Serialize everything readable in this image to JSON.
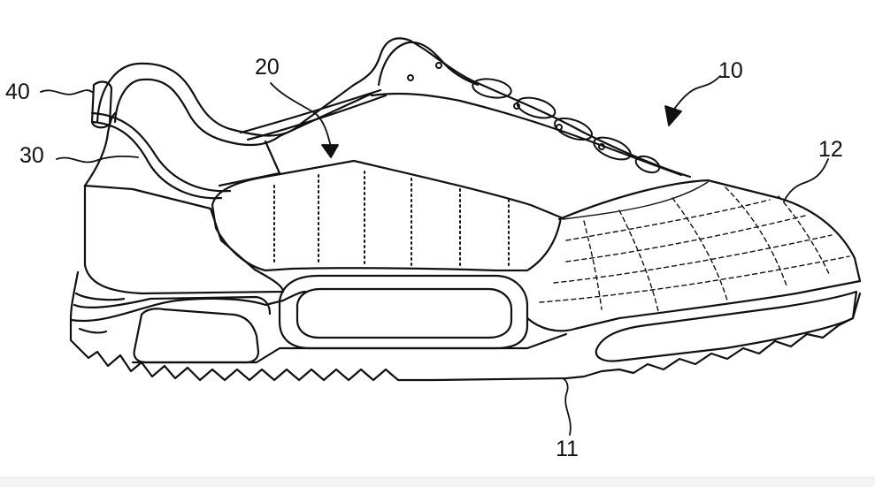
{
  "figure": {
    "labels": {
      "upper": "10",
      "outsole": "11",
      "toe_cap": "12",
      "side_panel": "20",
      "lace_cord": "30",
      "heel_pull": "40"
    }
  }
}
